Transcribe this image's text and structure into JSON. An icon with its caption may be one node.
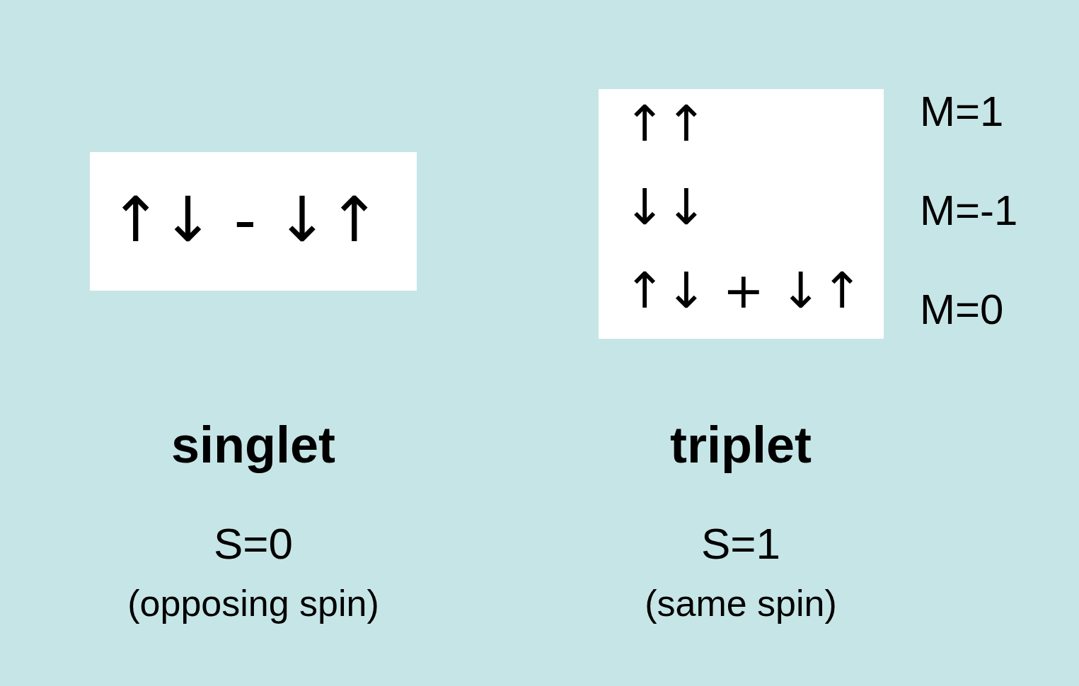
{
  "diagram": {
    "nodes": [
      {
        "text": [
          "↑↓ - ↓↑"
        ]
      },
      {
        "text": [
          "↑↑",
          "↓↓",
          "↑↓ + ↓↑"
        ],
        "beside": [
          "M=1",
          "M=-1",
          "M=0"
        ]
      }
    ],
    "edges": [],
    "labels": [
      "singlet",
      "triplet",
      "S=0",
      "S=1",
      "(opposing spin)",
      "(same spin)"
    ]
  }
}
